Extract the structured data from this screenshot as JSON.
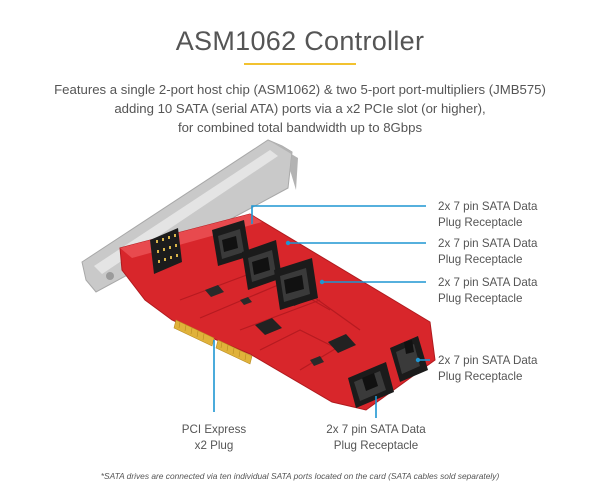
{
  "title": "ASM1062 Controller",
  "description": {
    "line1": "Features a single 2-port host chip (ASM1062) & two 5-port port-multipliers (JMB575)",
    "line2": "adding 10 SATA (serial ATA) ports via a x2 PCIe slot (or higher),",
    "line3": "for combined total bandwidth up to 8Gbps"
  },
  "callouts": {
    "sata_1": {
      "line1": "2x 7 pin SATA Data",
      "line2": "Plug Receptacle"
    },
    "sata_2": {
      "line1": "2x 7 pin SATA Data",
      "line2": "Plug Receptacle"
    },
    "sata_3": {
      "line1": "2x 7 pin SATA Data",
      "line2": "Plug Receptacle"
    },
    "sata_4": {
      "line1": "2x 7 pin SATA Data",
      "line2": "Plug Receptacle"
    },
    "sata_5": {
      "line1": "2x 7 pin SATA Data",
      "line2": "Plug Receptacle"
    },
    "pcie": {
      "line1": "PCI Express",
      "line2": "x2 Plug"
    }
  },
  "footnote": "*SATA drives are connected via ten individual SATA ports located on the card (SATA cables sold separately)",
  "colors": {
    "accent_blue": "#1e96d2",
    "pcb_red": "#d8262b",
    "bracket_silver": "#c9c9c9",
    "gold_contacts": "#e0b23a",
    "title_underline": "#f2c230"
  }
}
